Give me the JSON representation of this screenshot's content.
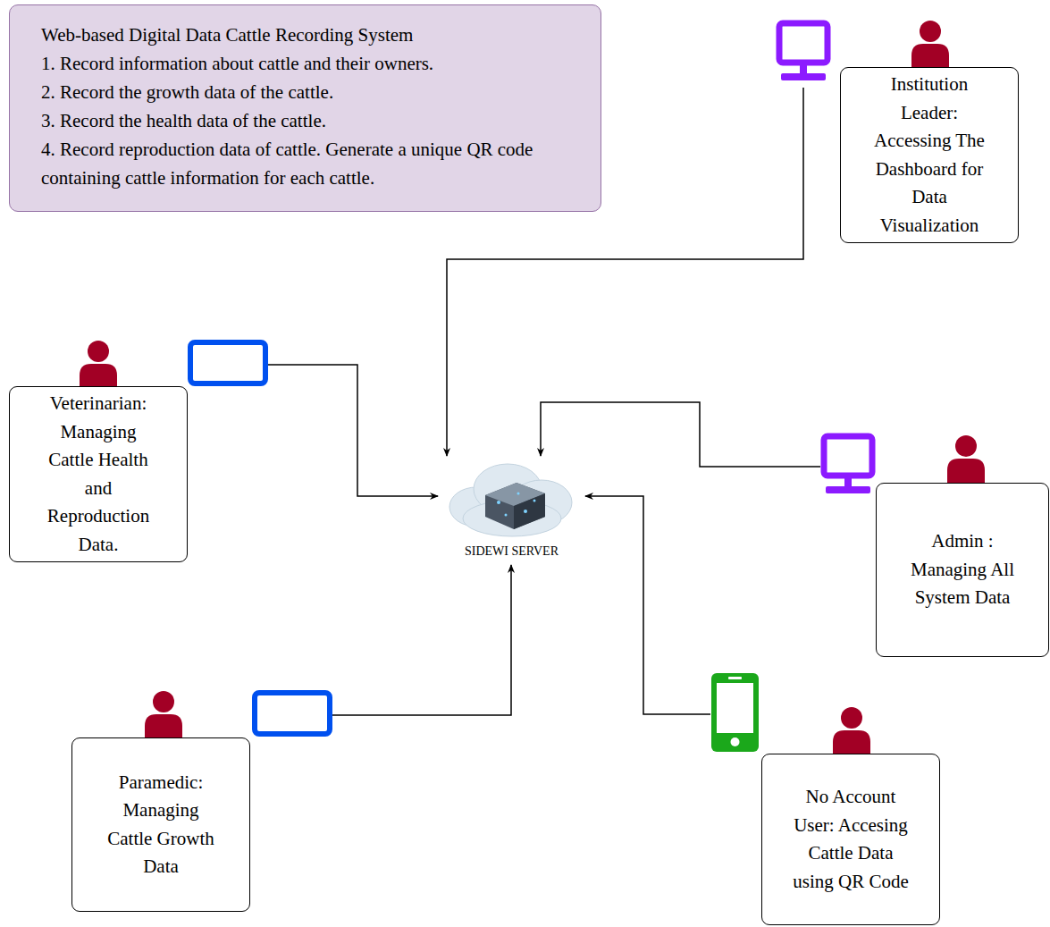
{
  "diagram": {
    "nodes": [
      {
        "text": [
          "Web-based Digital Data Cattle Recording System",
          "1. Record information about cattle and their owners.",
          "2. Record the growth data of the cattle.",
          "3. Record the health data of the cattle.",
          "4. Record reproduction data of cattle. Generate a unique QR code containing cattle information for each cattle."
        ]
      },
      {
        "text": [
          "Institution Leader: Accessing The Dashboard for Data Visualization"
        ]
      },
      {
        "text": [
          "Veterinarian: Managing Cattle Health and Reproduction Data."
        ]
      },
      {
        "text": [
          "SIDEWI SERVER"
        ]
      },
      {
        "text": [
          "Admin : Managing All System Data"
        ]
      },
      {
        "text": [
          "Paramedic: Managing Cattle Growth Data"
        ]
      },
      {
        "text": [
          "No Account User: Accesing Cattle Data using QR Code"
        ]
      }
    ],
    "edges": [
      {
        "from": 1,
        "to": 3,
        "arrow": "to"
      },
      {
        "from": 2,
        "to": 3,
        "arrow": "to"
      },
      {
        "from": 4,
        "to": 3,
        "arrow": "to"
      },
      {
        "from": 5,
        "to": 3,
        "arrow": "to"
      },
      {
        "from": 6,
        "to": 3,
        "arrow": "to"
      }
    ]
  }
}
